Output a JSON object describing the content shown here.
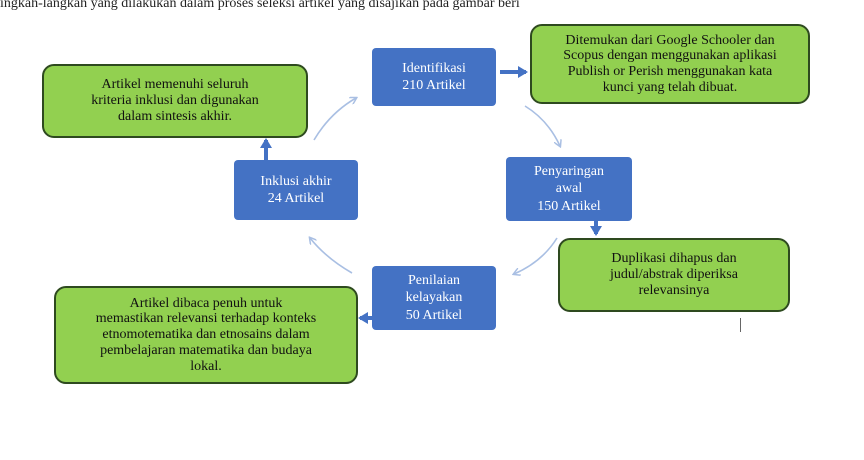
{
  "header": {
    "truncated_text": "ingkah-langkah yang dilakukan dalam proses seleksi artikel yang disajikan pada gambar berikut:"
  },
  "stages": {
    "identifikasi": {
      "title": "Identifikasi",
      "count": "210 Artikel"
    },
    "penyaringan": {
      "title_line1": "Penyaringan",
      "title_line2": "awal",
      "count": "150 Artikel"
    },
    "penilaian": {
      "title_line1": "Penilaian",
      "title_line2": "kelayakan",
      "count": "50 Artikel"
    },
    "inklusi": {
      "title": "Inklusi akhir",
      "count": "24 Artikel"
    }
  },
  "notes": {
    "identifikasi": [
      "Ditemukan dari Google Schooler dan",
      "Scopus dengan menggunakan aplikasi",
      "Publish or Perish menggunakan kata",
      "kunci yang telah dibuat."
    ],
    "penyaringan": [
      "Duplikasi dihapus dan",
      "judul/abstrak diperiksa",
      "relevansinya"
    ],
    "penilaian": [
      "Artikel dibaca penuh untuk",
      "memastikan relevansi terhadap konteks",
      "etnomotematika dan etnosains dalam",
      "pembelajaran matematika dan budaya",
      "lokal."
    ],
    "inklusi": [
      "Artikel memenuhi seluruh",
      "kriteria inklusi dan digunakan",
      "dalam sintesis akhir."
    ]
  },
  "colors": {
    "stage_fill": "#4472c4",
    "note_fill": "#92d050",
    "note_border": "#2e4a1f",
    "cycle_arrow": "#a9bfe3"
  }
}
